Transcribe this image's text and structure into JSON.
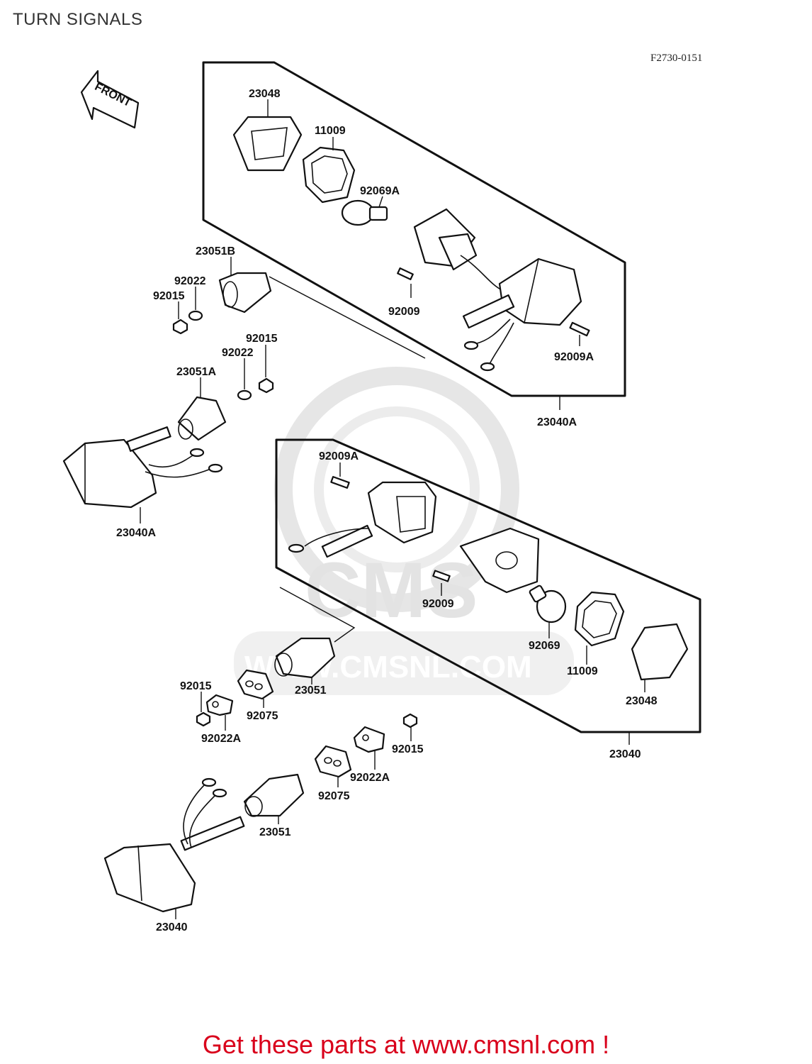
{
  "header": {
    "title": "TURN SIGNALS",
    "figure_code": "F2730-0151"
  },
  "watermark": {
    "text": "WWW.CMSNL.COM",
    "logo_text": "CMS"
  },
  "front_arrow": {
    "label": "FRONT"
  },
  "labels": {
    "p23048_top": "23048",
    "p11009_top": "11009",
    "p92069A": "92069A",
    "p23051B": "23051B",
    "p92022_left": "92022",
    "p92015_left": "92015",
    "p92009_top": "92009",
    "p92009A_top": "92009A",
    "p92015_mid": "92015",
    "p92022_mid": "92022",
    "p23051A": "23051A",
    "p23040A_box": "23040A",
    "p23040A_left": "23040A",
    "p92009A_low": "92009A",
    "p92009_low": "92009",
    "p92069": "92069",
    "p11009_low": "11009",
    "p23048_low": "23048",
    "p23051_mid": "23051",
    "p92015_a": "92015",
    "p92075_a": "92075",
    "p92022A_a": "92022A",
    "p23040_box": "23040",
    "p92015_b": "92015",
    "p92022A_b": "92022A",
    "p92075_b": "92075",
    "p23051_low": "23051",
    "p23040_low": "23040"
  },
  "footer": {
    "text": "Get these parts at www.cmsnl.com !",
    "color": "#d9001b"
  }
}
